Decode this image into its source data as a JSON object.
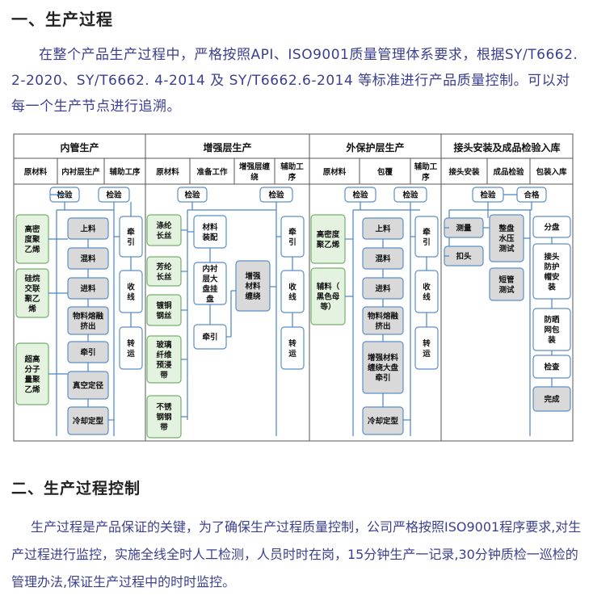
{
  "section1": {
    "title": "一、生产过程",
    "paragraph": "在整个产品生产过程中，严格按照API、ISO9001质量管理体系要求，根据SY/T6662. 2-2020、SY/T6662. 4-2014 及 SY/T6662.6-2014 等标准进行产品质量控制。可以对每一个生产节点进行追溯。"
  },
  "diagram": {
    "colors": {
      "green_box": "#e3f3df",
      "green_border": "#76b06c",
      "gray_box": "#d9d9d9",
      "blue_border": "#5b8fc7",
      "line": "#4a83c4"
    },
    "sections": [
      {
        "title": "内管生产",
        "subheaders": [
          "原材料",
          "内衬层生产",
          "辅助工序"
        ],
        "inspections": [
          "检验",
          "检验"
        ],
        "raw_materials": [
          "高密度聚乙烯",
          "硅烷交联聚乙烯",
          "超高分子量聚乙烯"
        ],
        "process_steps": [
          "上料",
          "混料",
          "进料",
          "物料熔融挤出",
          "牵引",
          "真空定径",
          "冷却定型"
        ],
        "aux_steps": [
          "牵引",
          "收线",
          "转运"
        ]
      },
      {
        "title": "增强层生产",
        "subheaders": [
          "原材料",
          "准备工作",
          "增强层缠绕",
          "辅助工序"
        ],
        "inspections": [
          "检验",
          "检验"
        ],
        "raw_materials": [
          "涤纶长丝",
          "芳纶长丝",
          "镀铜钢丝",
          "玻璃纤维预浸带",
          "不锈钢钢带"
        ],
        "prep_steps": [
          "材料装配",
          "内衬层大盘挂盘",
          "牵引"
        ],
        "winding": [
          "增强材料缠绕"
        ],
        "aux_steps": [
          "牵引",
          "收线",
          "转运"
        ]
      },
      {
        "title": "外保护层生产",
        "subheaders": [
          "原材料",
          "包覆",
          "辅助工序"
        ],
        "inspections": [
          "检验",
          "检验"
        ],
        "raw_materials": [
          "高密度聚乙烯",
          "辅料（黑色母等）"
        ],
        "process_steps": [
          "上料",
          "混料",
          "进料",
          "物料熔融挤出",
          "增强材料缠绕大盘牵引",
          "冷却定型"
        ],
        "aux_steps": [
          "牵引",
          "收线",
          "转运"
        ]
      },
      {
        "title": "接头安装及成品检验入库",
        "subheaders": [
          "接头安装",
          "成品检验",
          "包装入库"
        ],
        "inspections": [
          "检验",
          "合格"
        ],
        "joint_steps": [
          "测量",
          "扣头"
        ],
        "test_steps": [
          "整盘水压测试",
          "短管测试"
        ],
        "pack_steps": [
          "分盘",
          "接头防护帽安装",
          "防晒网包装",
          "检查",
          "完成"
        ]
      }
    ]
  },
  "section2": {
    "title": "二、生产过程控制",
    "paragraph": "生产过程是产品保证的关键，为了确保生产过程质量控制，公司严格按照ISO9001程序要求,对生产过程进行监控，实施全线全时人工检测，人员时时在岗，15分钟生产一记录,30分钟质检一巡检的管理办法,保证生产过程中的时时监控。"
  }
}
